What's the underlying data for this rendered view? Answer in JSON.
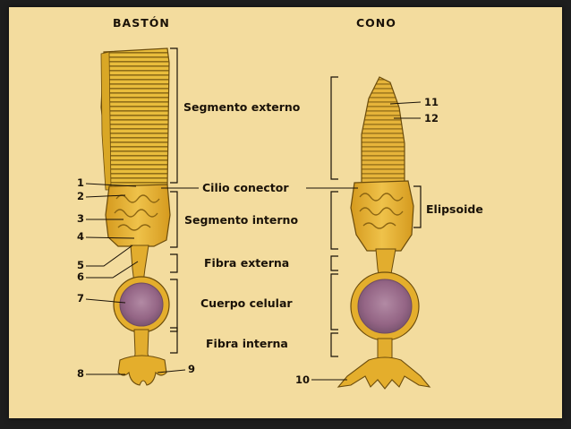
{
  "headers": {
    "rod": "BASTÓN",
    "cone": "CONO"
  },
  "middle_labels": {
    "outer_segment": "Segmento externo",
    "connecting_cilium": "Cilio conector",
    "inner_segment": "Segmento interno",
    "outer_fiber": "Fibra externa",
    "cell_body": "Cuerpo celular",
    "inner_fiber": "Fibra interna"
  },
  "cone_labels": {
    "ellipsoid": "Elipsoide"
  },
  "numbers": {
    "n1": "1",
    "n2": "2",
    "n3": "3",
    "n4": "4",
    "n5": "5",
    "n6": "6",
    "n7": "7",
    "n8": "8",
    "n9": "9",
    "n10": "10",
    "n11": "11",
    "n12": "12"
  },
  "colors": {
    "background": "#f3dc9e",
    "cell_fill": "#e8b42a",
    "disc_stripe": "#7a5a10",
    "nucleus": "#9a6e8e",
    "frame": "#1e1e1e"
  }
}
